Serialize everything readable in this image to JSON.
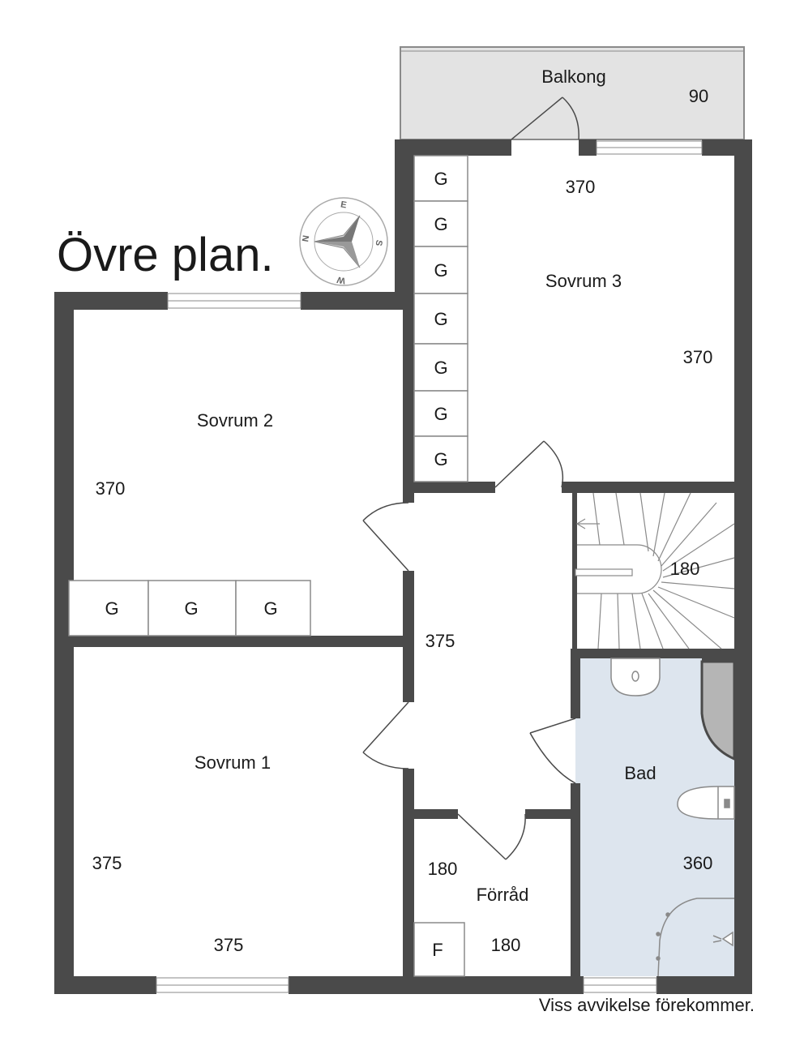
{
  "title": "Övre plan.",
  "footer_note": "Viss avvikelse förekommer.",
  "rooms": {
    "balkong": {
      "name": "Balkong",
      "dim": "90"
    },
    "sovrum3": {
      "name": "Sovrum 3",
      "dim_top": "370",
      "dim_right": "370"
    },
    "sovrum2": {
      "name": "Sovrum 2",
      "dim": "370"
    },
    "sovrum1": {
      "name": "Sovrum 1",
      "dim_left": "375",
      "dim_bottom": "375"
    },
    "hall": {
      "dim": "375"
    },
    "stairs": {
      "dim": "180"
    },
    "bad": {
      "name": "Bad",
      "dim": "360"
    },
    "forrad": {
      "name": "Förråd",
      "dim_top": "180",
      "dim_bottom": "180",
      "cabinet": "F"
    }
  },
  "wardrobe_label": "G",
  "compass": {
    "n": "N",
    "e": "E",
    "s": "S",
    "w": "W"
  },
  "colors": {
    "wall": "#4a4a4a",
    "balcony": "#e3e3e3",
    "bathroom": "#dde5ee",
    "shower_wall": "#b5b5b5"
  }
}
